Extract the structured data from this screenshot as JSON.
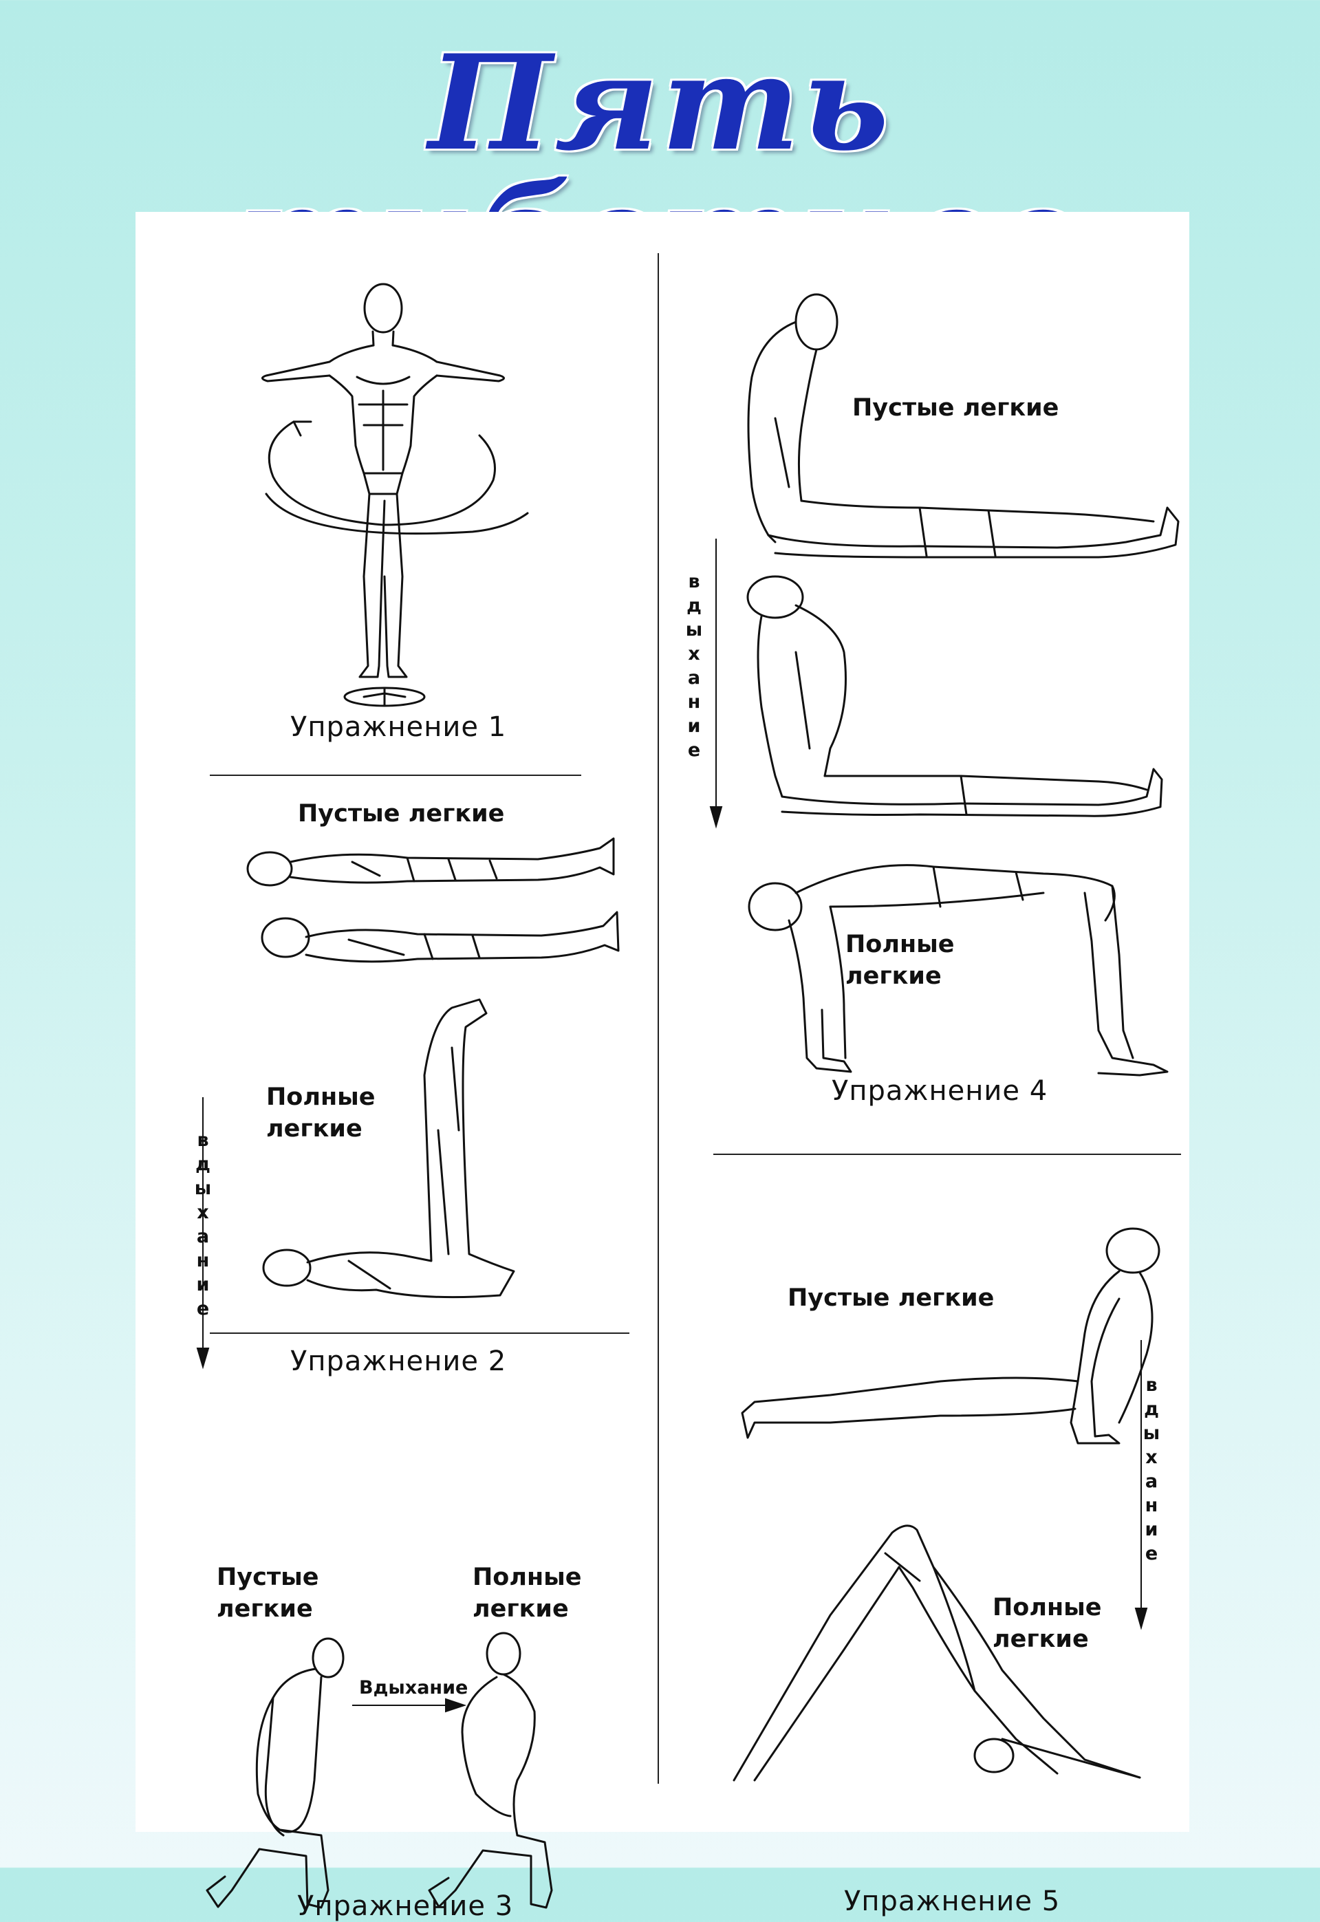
{
  "title": "Пять тибетцев",
  "exercises": {
    "ex1": {
      "label": "Упражнение 1"
    },
    "ex2": {
      "label": "Упражнение 2",
      "top_state": "Пустые легкие",
      "bottom_state_1": "Полные",
      "bottom_state_2": "легкие",
      "breath": "Вдыхание"
    },
    "ex3": {
      "label": "Упражнение 3",
      "left_state_1": "Пустые",
      "left_state_2": "легкие",
      "right_state_1": "Полные",
      "right_state_2": "легкие",
      "breath": "Вдыхание"
    },
    "ex4": {
      "label": "Упражнение 4",
      "top_state": "Пустые легкие",
      "bottom_state_1": "Полные",
      "bottom_state_2": "легкие",
      "breath": "Вдыхание"
    },
    "ex5": {
      "label": "Упражнение 5",
      "top_state": "Пустые легкие",
      "bottom_state_1": "Полные",
      "bottom_state_2": "легкие",
      "breath": "Вдыхание"
    }
  },
  "colors": {
    "title": "#1a2fb8",
    "background_top": "#b5ece8",
    "background_bottom": "#eef9fb",
    "sheet": "#ffffff",
    "ink": "#111111"
  }
}
